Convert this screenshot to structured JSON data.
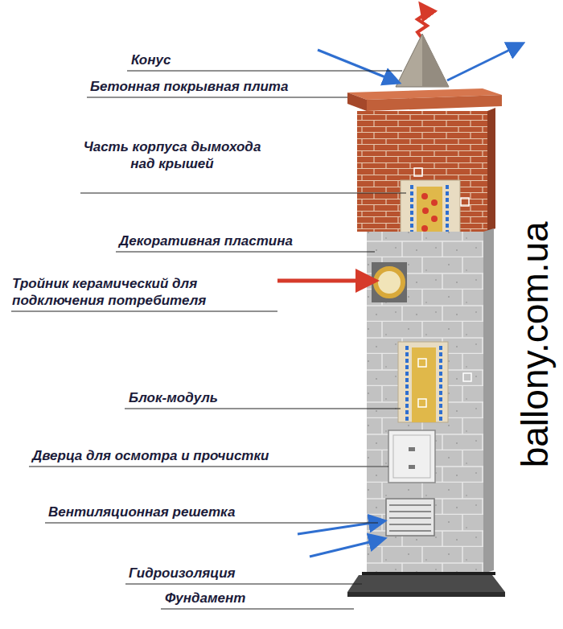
{
  "diagram": {
    "labels": [
      "Конус",
      "Бетонная покрывная плита",
      "Часть корпуса дымохода над крышей",
      "Декоративная пластина",
      "Тройник керамический для подключения потребителя",
      "Блок-модуль",
      "Дверца для осмотра и прочистки",
      "Вентиляционная решетка",
      "Гидроизоляция",
      "Фундамент",
      "ballony.com.ua"
    ]
  }
}
